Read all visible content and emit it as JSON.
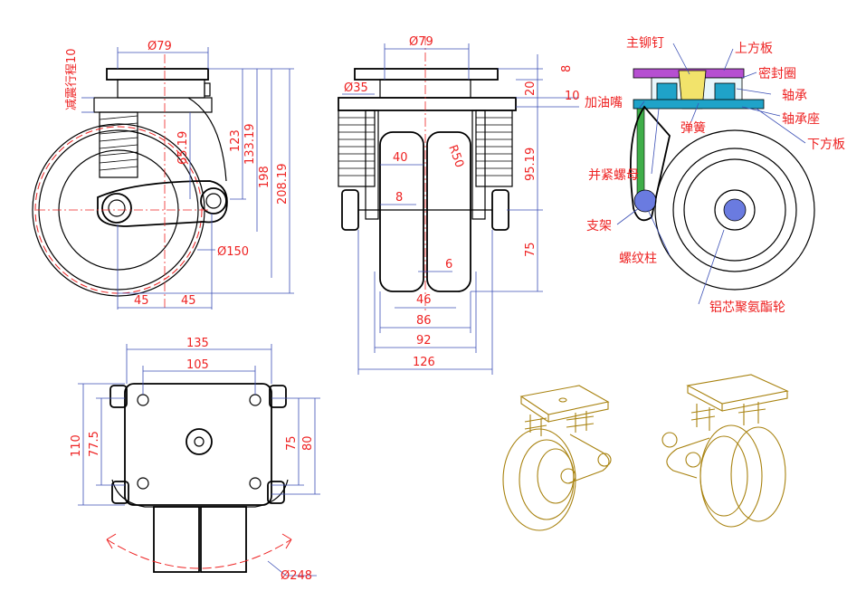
{
  "colors": {
    "outline": "#000000",
    "dimension_text": "#ee2222",
    "dimension_line": "#3b4fb5",
    "iso_sketch": "#a8820f",
    "plate_purple": "#b64fd1",
    "bearing_blue": "#1fa3c9",
    "spring_yellow": "#f2e36b",
    "nut_green": "#3fae49"
  },
  "side_view": {
    "travel": "减震行程10",
    "d79": "Ø79",
    "d123": "123",
    "d133": "133.19",
    "d198": "198",
    "d208": "208.19",
    "d65": "65.19",
    "d150": "Ø150",
    "d45a": "45",
    "d45b": "45"
  },
  "front_view": {
    "d79": "Ø79",
    "d35": "Ø35",
    "d8top": "8",
    "d20": "20",
    "d10": "10",
    "d40": "40",
    "r50": "R50",
    "d95": "95.19",
    "d8": "8",
    "d75": "75",
    "d6": "6",
    "d46": "46",
    "d86": "86",
    "d92": "92",
    "d126": "126"
  },
  "top_view": {
    "d135": "135",
    "d105": "105",
    "d110": "110",
    "d77": "77.5",
    "d75": "75",
    "d80": "80",
    "d248": "Ø248"
  },
  "section_labels": {
    "main_rivet": "主铆钉",
    "upper_plate": "上方板",
    "seal_ring": "密封圈",
    "bearing": "轴承",
    "grease_nipple": "加油嘴",
    "spring": "弹簧",
    "bearing_seat": "轴承座",
    "lower_plate": "下方板",
    "lock_nut": "并紧螺母",
    "bracket": "支架",
    "screw_post": "螺纹柱",
    "wheel": "铝芯聚氨酯轮"
  }
}
